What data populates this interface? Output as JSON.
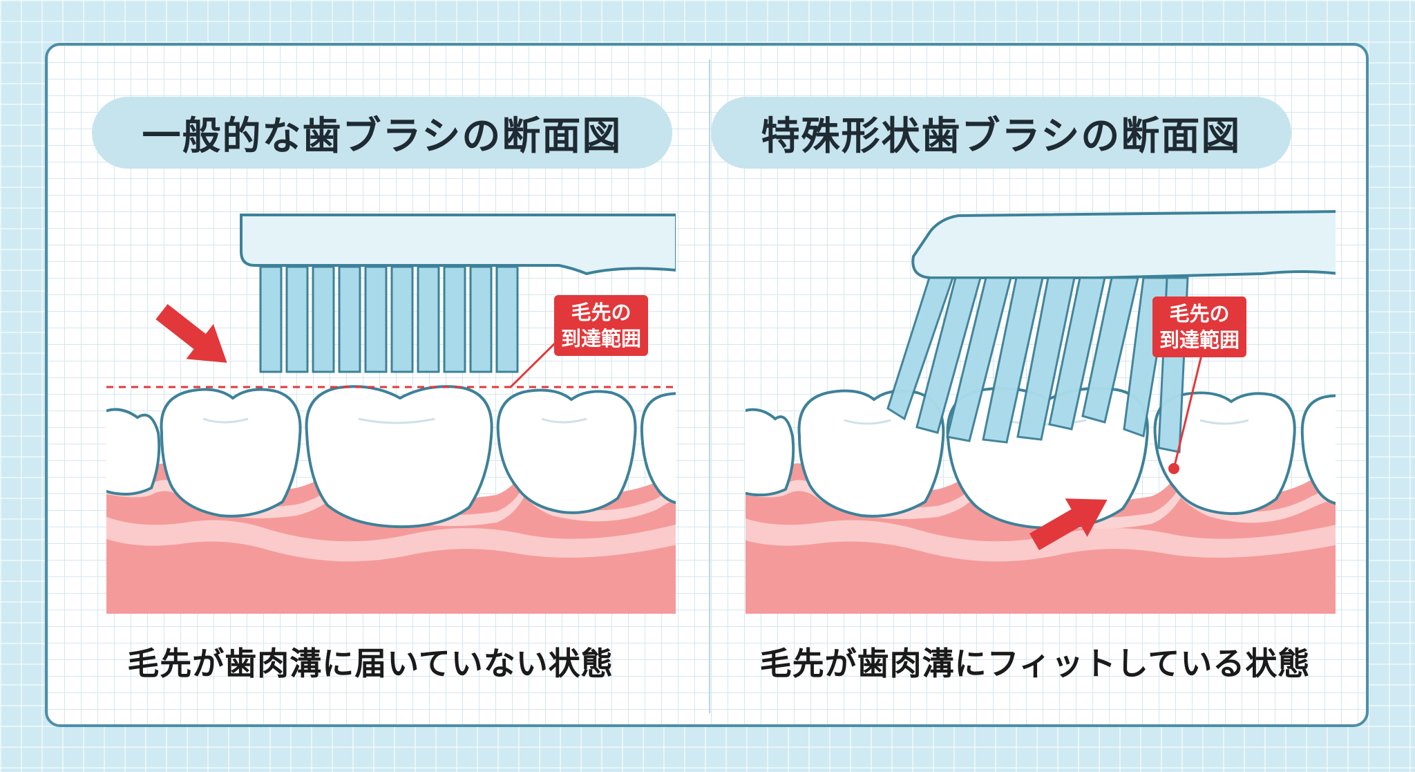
{
  "panels": [
    {
      "title": "一般的な歯ブラシの断面図",
      "callout_line1": "毛先の",
      "callout_line2": "到達範囲",
      "caption": "毛先が歯肉溝に届いていない状態"
    },
    {
      "title": "特殊形状歯ブラシの断面図",
      "callout_line1": "毛先の",
      "callout_line2": "到達範囲",
      "caption": "毛先が歯肉溝にフィットしている状態"
    }
  ],
  "colors": {
    "background": "#cfeaf2",
    "card_border": "#4d8ea6",
    "title_pill": "#c5e4ee",
    "brush_head": "#e3f3f8",
    "bristle": "#a9daea",
    "outline": "#3d8199",
    "tooth_outline": "#3d8199",
    "gum": "#f59a9a",
    "gum_light": "#fbd3d3",
    "accent_red": "#e2383b"
  },
  "icons": {
    "arrow": "red-arrow-icon"
  }
}
